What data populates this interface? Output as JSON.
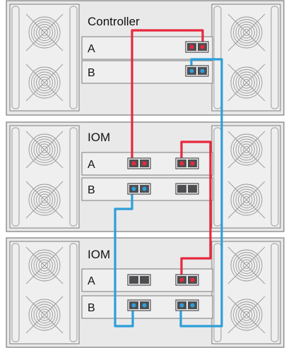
{
  "colors": {
    "chassis_fill": "#e9e9ea",
    "chassis_stroke": "#7b7b7b",
    "panel_fill": "#efeff0",
    "panel_stroke": "#7b7b7b",
    "port_fill": "#4e4e50",
    "cable_primary": "#e8283d",
    "cable_secondary": "#2d9fd9",
    "fan_stroke": "#9a9a9a"
  },
  "modules": [
    {
      "title": "Controller",
      "rows": [
        {
          "label": "A",
          "ports": [
            "red"
          ]
        },
        {
          "label": "B",
          "ports": [
            "blue"
          ]
        }
      ]
    },
    {
      "title": "IOM",
      "rows": [
        {
          "label": "A",
          "ports": [
            "red",
            "red"
          ]
        },
        {
          "label": "B",
          "ports": [
            "blue",
            "empty"
          ]
        }
      ]
    },
    {
      "title": "IOM",
      "rows": [
        {
          "label": "A",
          "ports": [
            "empty",
            "red"
          ]
        },
        {
          "label": "B",
          "ports": [
            "blue",
            "blue"
          ]
        }
      ]
    }
  ],
  "cables": [
    {
      "color": "red",
      "from": "Controller A port",
      "to": "IOM 1 A port 1"
    },
    {
      "color": "red",
      "from": "IOM 1 A port 2",
      "to": "IOM 2 A port 2"
    },
    {
      "color": "blue",
      "from": "Controller B port",
      "to": "IOM 2 B port 2"
    },
    {
      "color": "blue",
      "from": "IOM 1 B port 1",
      "to": "IOM 2 B port 1"
    }
  ]
}
